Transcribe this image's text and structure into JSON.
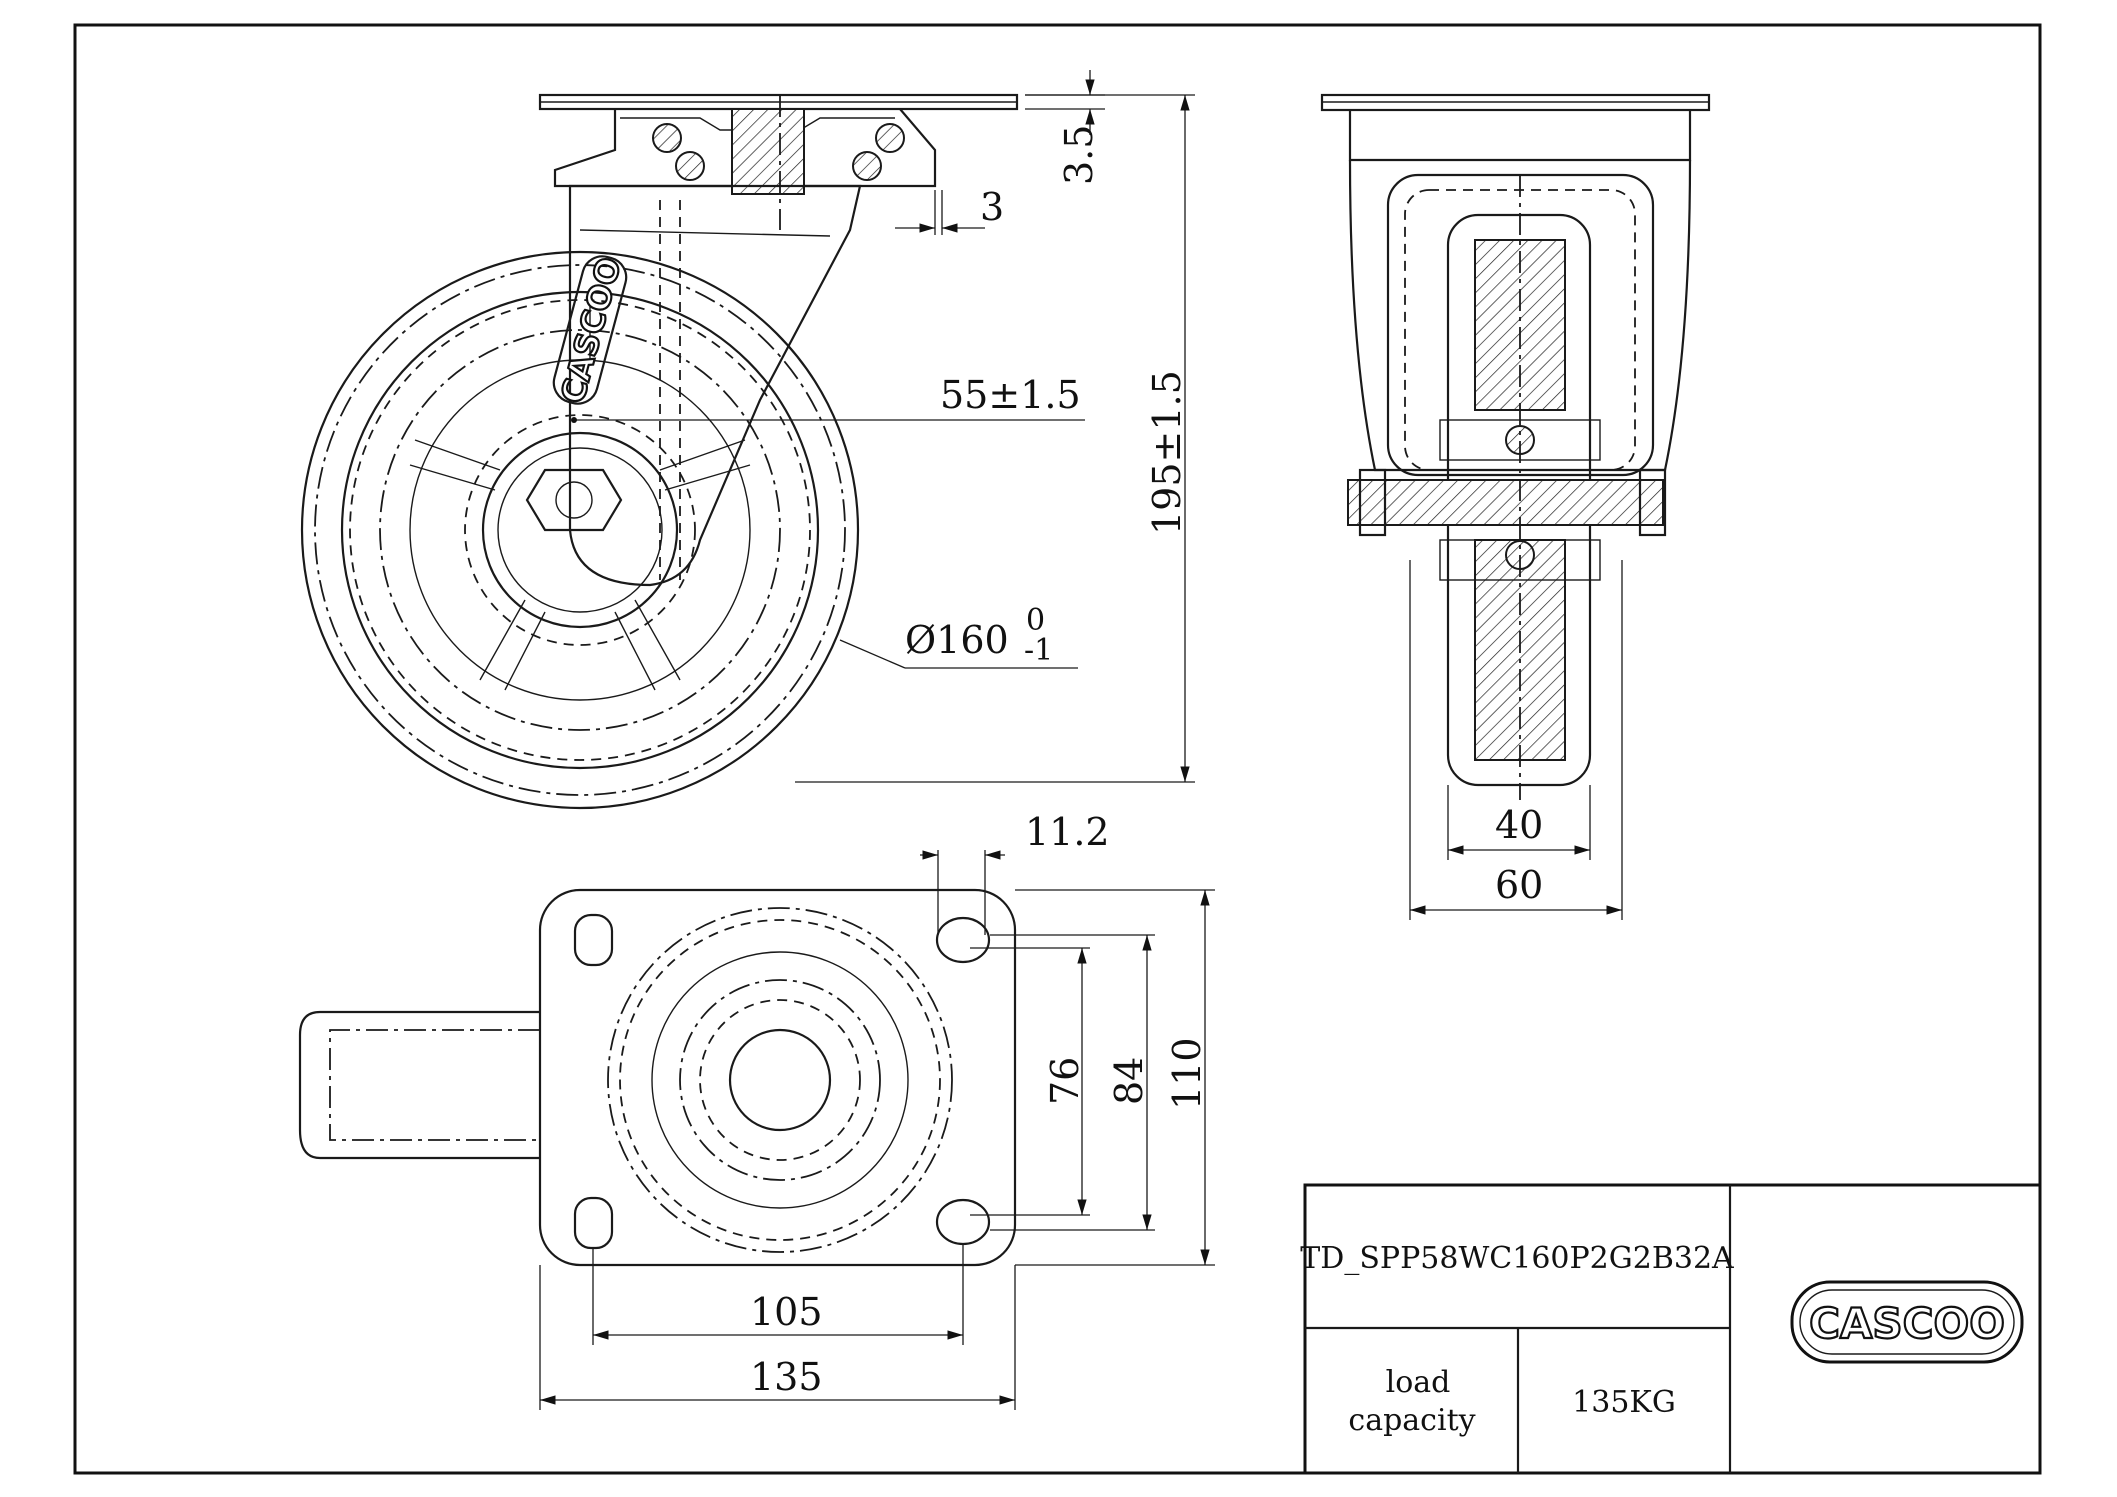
{
  "dimensions": {
    "flange": "3.5",
    "gap": "3",
    "offset": "55±1.5",
    "height": "195±1.5",
    "diameter": "Ø160",
    "diameter_tol_upper": "0",
    "diameter_tol_lower": "-1",
    "bolt_offset": "11.2",
    "hole_spacing_short": "76",
    "slot_span": "84",
    "plate_width": "110",
    "hole_spacing_long": "105",
    "plate_length": "135",
    "wheel_width": "40",
    "fork_width": "60"
  },
  "title_block": {
    "part_number": "TD_SPP58WC160P2G2B32A",
    "load_label": "load\ncapacity",
    "load_label_line1": "load",
    "load_label_line2": "capacity",
    "load_value": "135KG",
    "logo": "CASCOO"
  },
  "wheel_mark": "CASCOO"
}
